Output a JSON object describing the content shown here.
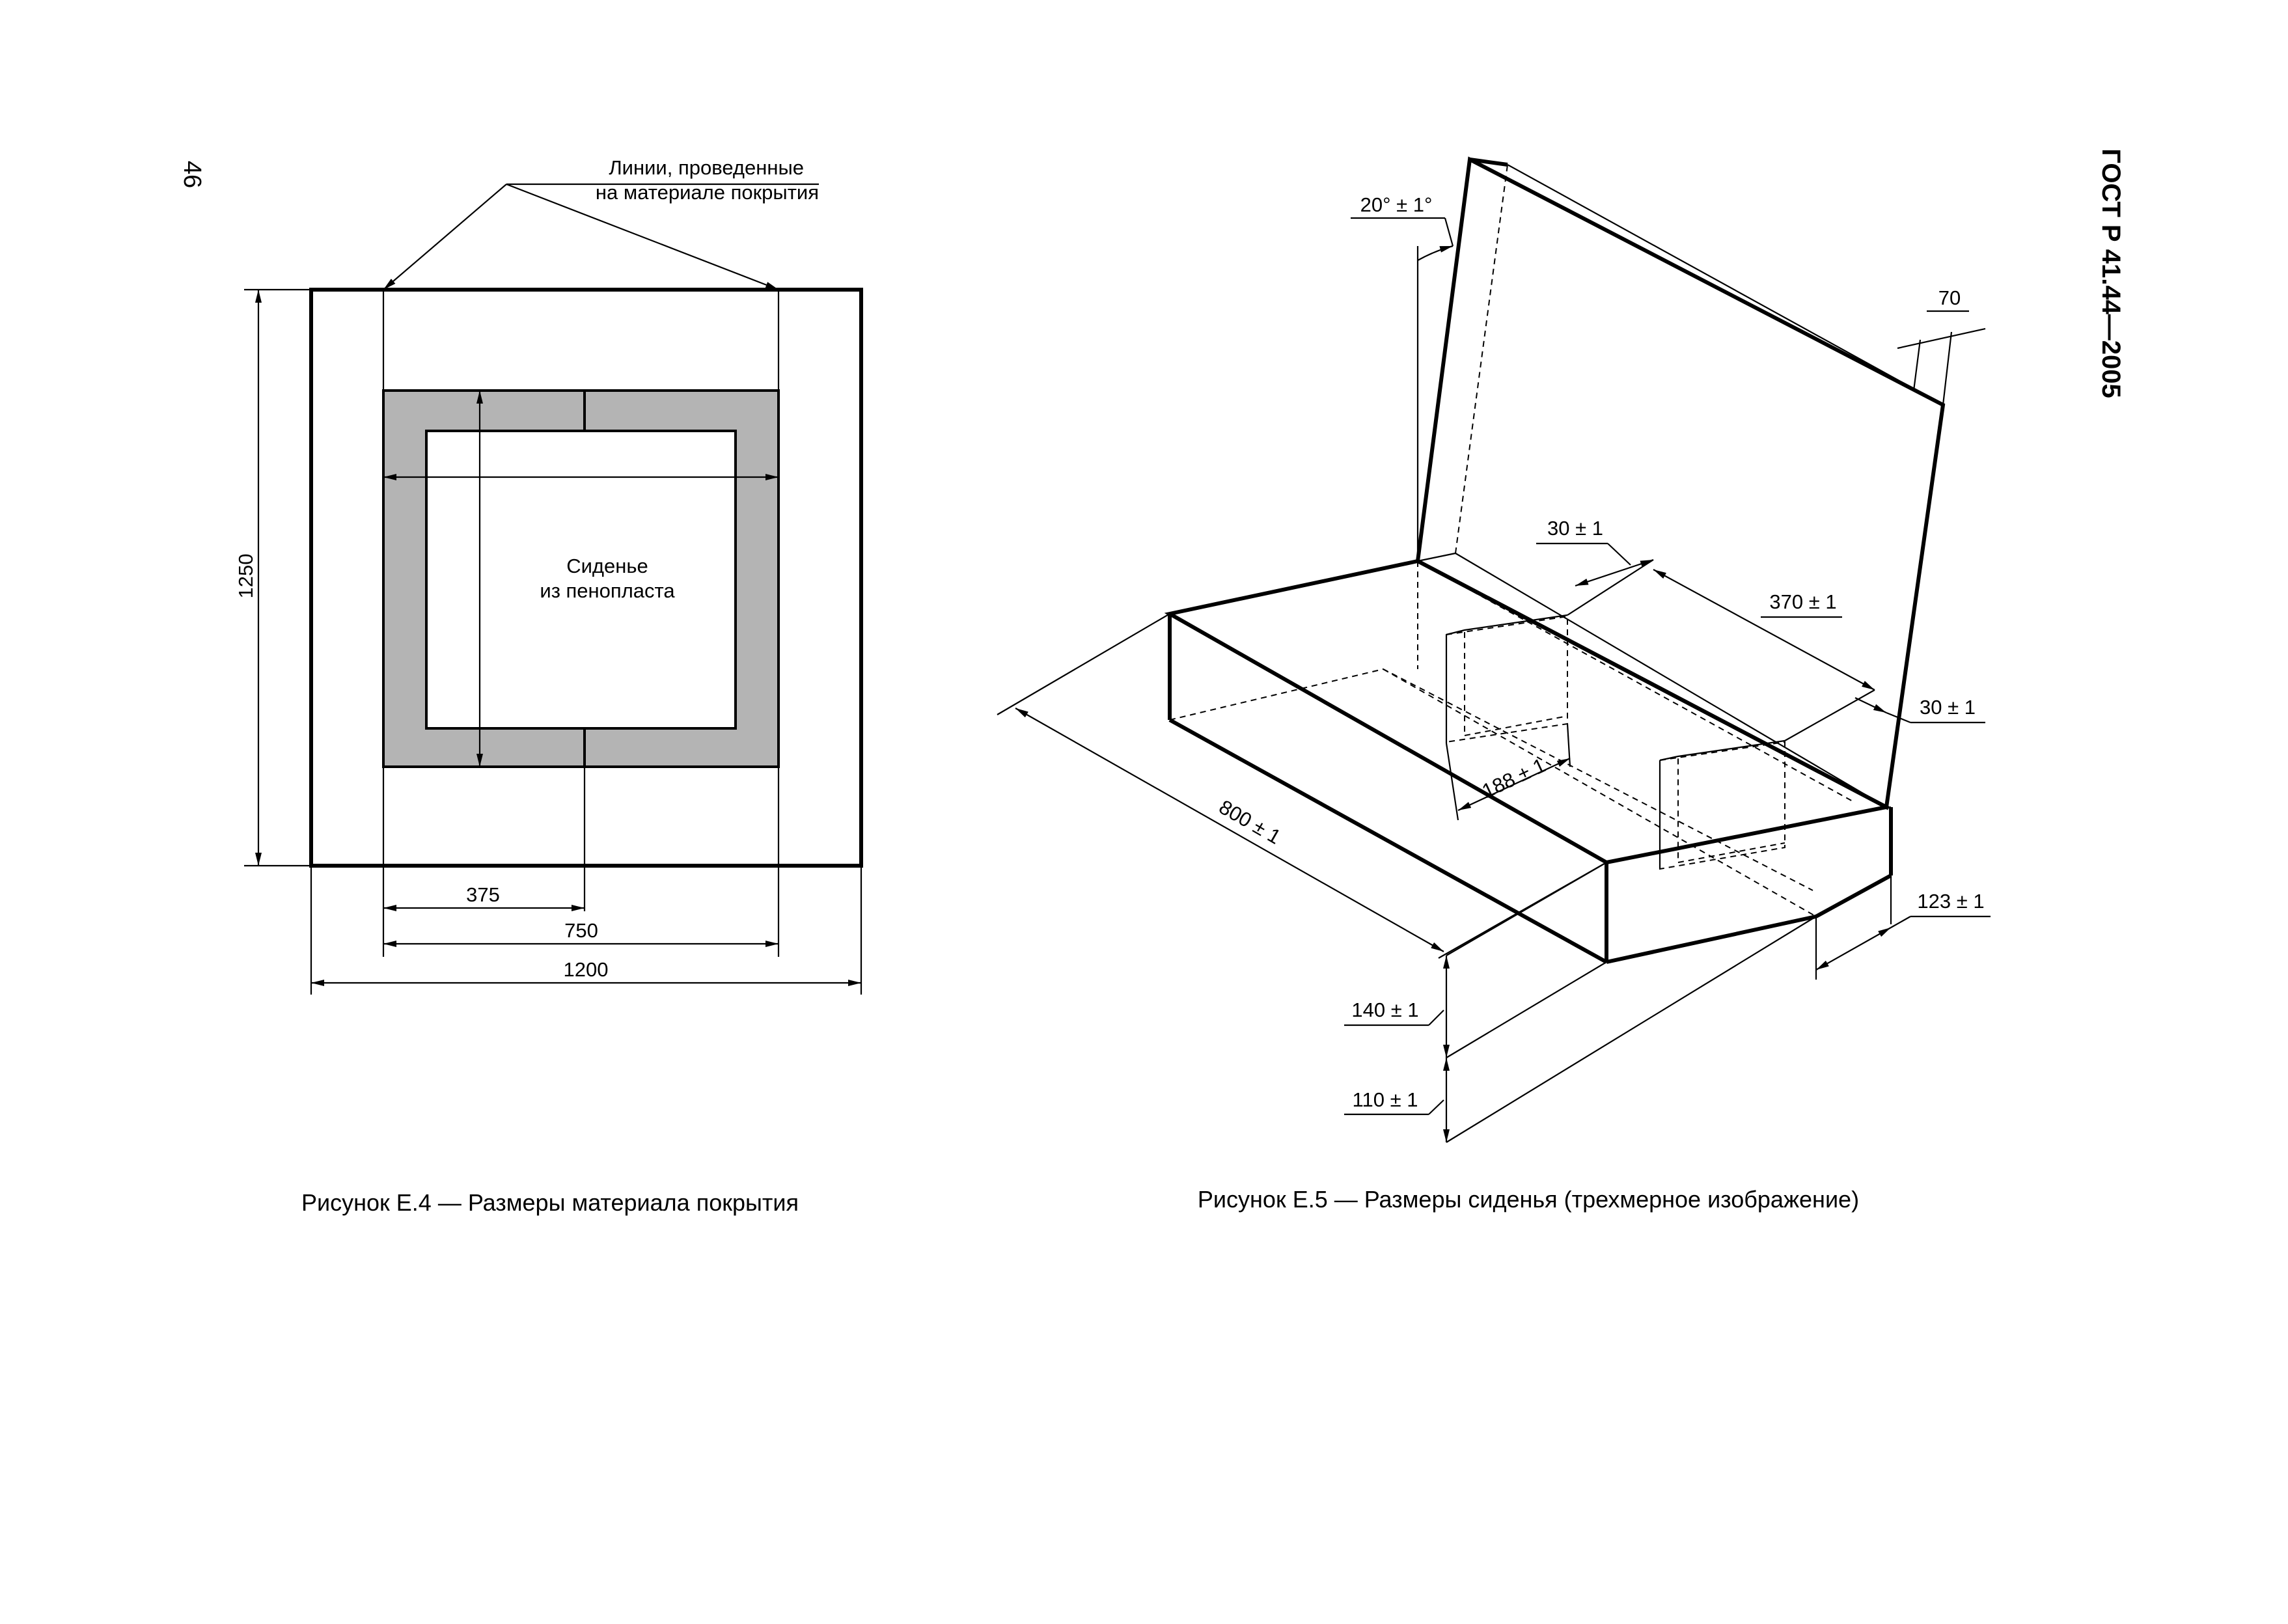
{
  "page": {
    "page_number": "46",
    "standard": "ГОСТ Р 41.44—2005"
  },
  "figure_e4": {
    "leader_text_line1": "Линии, проведенные",
    "leader_text_line2": "на материале покрытия",
    "seat_label_line1": "Сиденье",
    "seat_label_line2": "из пенопласта",
    "dim_height": "1250",
    "dim_half": "375",
    "dim_inner": "750",
    "dim_total": "1200",
    "caption": "Рисунок Е.4 — Размеры материала покрытия"
  },
  "figure_e5": {
    "angle": "20° ± 1°",
    "thickness": "70",
    "block_width_top": "30 ± 1",
    "block_spacing": "370 ± 1",
    "block_width_right": "30 ± 1",
    "block_depth": "188 ± 1",
    "seat_length": "800 ± 1",
    "back_offset": "123 ± 1",
    "front_height": "140 ± 1",
    "base_height": "110 ± 1",
    "caption": "Рисунок Е.5 — Размеры сиденья (трехмерное изображение)"
  }
}
